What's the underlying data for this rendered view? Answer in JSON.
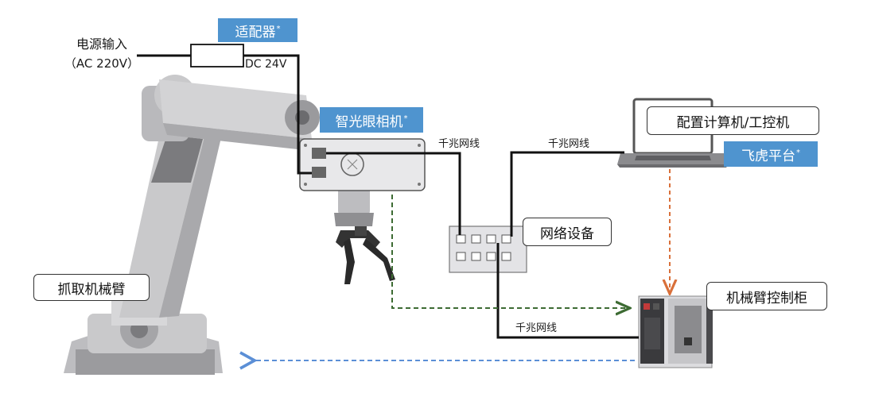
{
  "power": {
    "line1": "电源输入",
    "line2": "（AC 220V）"
  },
  "adapter": {
    "label": "适配器",
    "mark": "*"
  },
  "dc_label": "DC 24V",
  "camera": {
    "label": "智光眼相机",
    "mark": "*"
  },
  "ethernet_labels": [
    "千兆网线",
    "千兆网线",
    "千兆网线"
  ],
  "network": {
    "label": "网络设备"
  },
  "computer": {
    "label": "配置计算机/工控机"
  },
  "platform": {
    "label": "飞虎平台",
    "mark": "*"
  },
  "robot_arm": {
    "label": "抓取机械臂"
  },
  "cabinet": {
    "label": "机械臂控制柜"
  },
  "colors": {
    "tag_blue": "#4f94cf",
    "cable_black": "#111111",
    "arrow_green": "#3d6b33",
    "arrow_orange": "#d9703a",
    "arrow_blue": "#5b8fd6",
    "arm_gray": "#c9c9cb",
    "arm_dark": "#7b7b7e"
  }
}
